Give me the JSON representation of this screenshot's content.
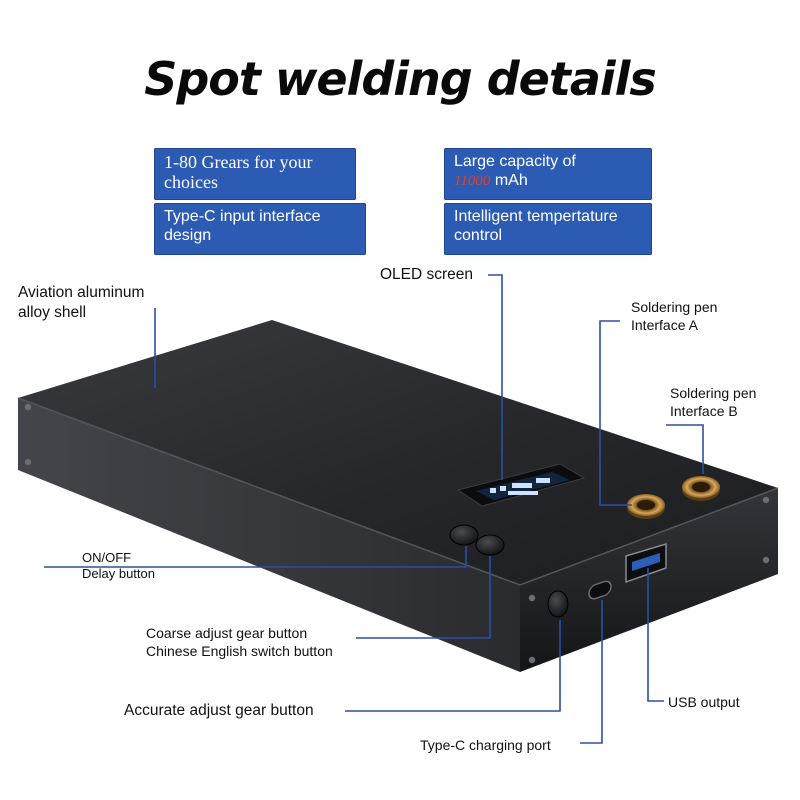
{
  "title": "Spot welding details",
  "badges": {
    "gears": "1-80 Grears for your choices",
    "capacity_prefix": "Large capacity of",
    "capacity_value": "11000",
    "capacity_unit": " mAh",
    "typec_input": "Type-C input interface design",
    "temperature": "Intelligent tempertature control"
  },
  "labels": {
    "oled": "OLED screen",
    "shell_1": "Aviation aluminum",
    "shell_2": "alloy shell",
    "pen_a_1": "Soldering pen",
    "pen_a_2": "Interface A",
    "pen_b_1": "Soldering pen",
    "pen_b_2": "Interface B",
    "onoff_1": "ON/OFF",
    "onoff_2": "Delay button",
    "coarse_1": "Coarse adjust gear button",
    "coarse_2": "Chinese English switch button",
    "accurate": "Accurate adjust gear button",
    "usb": "USB output",
    "typec_port": "Type-C charging port"
  },
  "colors": {
    "badge_blue": "#2c5bb4",
    "leader_line": "#2b4fa5",
    "device_body": "#2a2b2e",
    "accent_red": "#e0402e"
  }
}
